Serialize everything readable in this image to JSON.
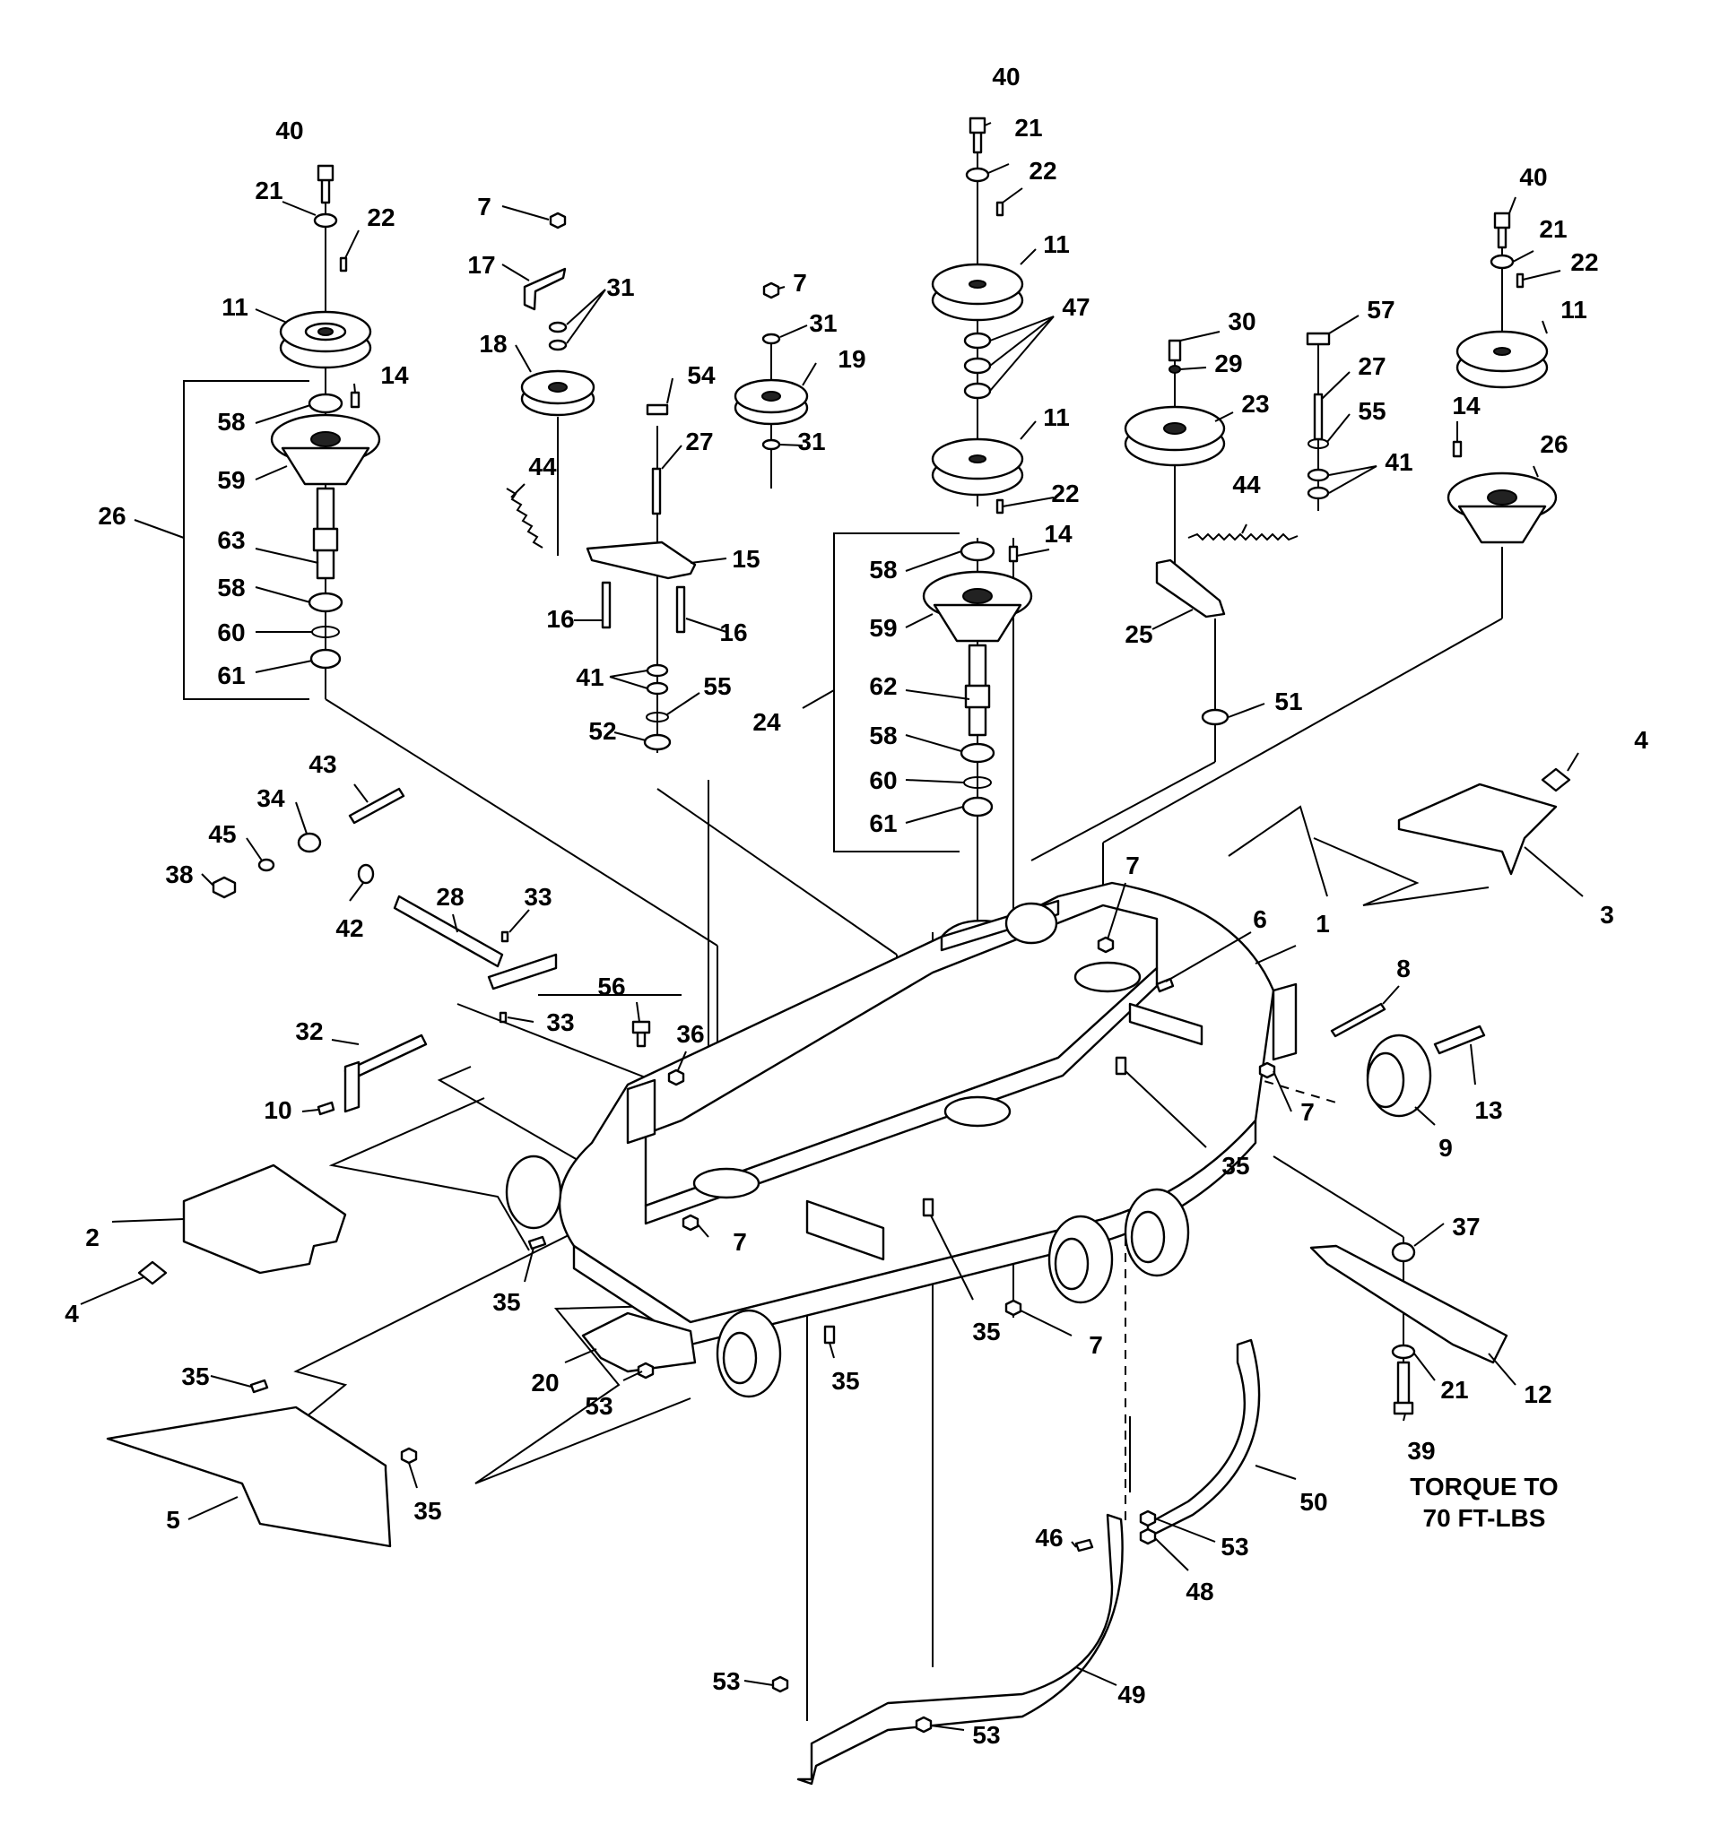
{
  "callouts": [
    {
      "id": "c40a",
      "text": "40"
    },
    {
      "id": "c21a",
      "text": "21"
    },
    {
      "id": "c22a",
      "text": "22"
    },
    {
      "id": "c11a",
      "text": "11"
    },
    {
      "id": "c14a",
      "text": "14"
    },
    {
      "id": "c58a",
      "text": "58"
    },
    {
      "id": "c59a",
      "text": "59"
    },
    {
      "id": "c26a",
      "text": "26"
    },
    {
      "id": "c63",
      "text": "63"
    },
    {
      "id": "c58b",
      "text": "58"
    },
    {
      "id": "c60a",
      "text": "60"
    },
    {
      "id": "c61a",
      "text": "61"
    },
    {
      "id": "c7a",
      "text": "7"
    },
    {
      "id": "c17",
      "text": "17"
    },
    {
      "id": "c31a",
      "text": "31"
    },
    {
      "id": "c18",
      "text": "18"
    },
    {
      "id": "c7b",
      "text": "7"
    },
    {
      "id": "c31b",
      "text": "31"
    },
    {
      "id": "c19",
      "text": "19"
    },
    {
      "id": "c31c",
      "text": "31"
    },
    {
      "id": "c54",
      "text": "54"
    },
    {
      "id": "c27a",
      "text": "27"
    },
    {
      "id": "c44a",
      "text": "44"
    },
    {
      "id": "c15",
      "text": "15"
    },
    {
      "id": "c16a",
      "text": "16"
    },
    {
      "id": "c16b",
      "text": "16"
    },
    {
      "id": "c41a",
      "text": "41"
    },
    {
      "id": "c55a",
      "text": "55"
    },
    {
      "id": "c52",
      "text": "52"
    },
    {
      "id": "c40b",
      "text": "40"
    },
    {
      "id": "c21b",
      "text": "21"
    },
    {
      "id": "c22b",
      "text": "22"
    },
    {
      "id": "c11b",
      "text": "11"
    },
    {
      "id": "c47",
      "text": "47"
    },
    {
      "id": "c11c",
      "text": "11"
    },
    {
      "id": "c22c",
      "text": "22"
    },
    {
      "id": "c58c",
      "text": "58"
    },
    {
      "id": "c14b",
      "text": "14"
    },
    {
      "id": "c59b",
      "text": "59"
    },
    {
      "id": "c24",
      "text": "24"
    },
    {
      "id": "c62",
      "text": "62"
    },
    {
      "id": "c58d",
      "text": "58"
    },
    {
      "id": "c60b",
      "text": "60"
    },
    {
      "id": "c61b",
      "text": "61"
    },
    {
      "id": "c30",
      "text": "30"
    },
    {
      "id": "c29",
      "text": "29"
    },
    {
      "id": "c23",
      "text": "23"
    },
    {
      "id": "c57",
      "text": "57"
    },
    {
      "id": "c27b",
      "text": "27"
    },
    {
      "id": "c55b",
      "text": "55"
    },
    {
      "id": "c41b",
      "text": "41"
    },
    {
      "id": "c44b",
      "text": "44"
    },
    {
      "id": "c25",
      "text": "25"
    },
    {
      "id": "c51",
      "text": "51"
    },
    {
      "id": "c40c",
      "text": "40"
    },
    {
      "id": "c21c",
      "text": "21"
    },
    {
      "id": "c22d",
      "text": "22"
    },
    {
      "id": "c11d",
      "text": "11"
    },
    {
      "id": "c14c",
      "text": "14"
    },
    {
      "id": "c26b",
      "text": "26"
    },
    {
      "id": "c4a",
      "text": "4"
    },
    {
      "id": "c3",
      "text": "3"
    },
    {
      "id": "c43",
      "text": "43"
    },
    {
      "id": "c34",
      "text": "34"
    },
    {
      "id": "c45",
      "text": "45"
    },
    {
      "id": "c38",
      "text": "38"
    },
    {
      "id": "c42",
      "text": "42"
    },
    {
      "id": "c28",
      "text": "28"
    },
    {
      "id": "c33a",
      "text": "33"
    },
    {
      "id": "c33b",
      "text": "33"
    },
    {
      "id": "c7c",
      "text": "7"
    },
    {
      "id": "c6",
      "text": "6"
    },
    {
      "id": "c1",
      "text": "1"
    },
    {
      "id": "c8",
      "text": "8"
    },
    {
      "id": "c56",
      "text": "56"
    },
    {
      "id": "c36",
      "text": "36"
    },
    {
      "id": "c32",
      "text": "32"
    },
    {
      "id": "c10",
      "text": "10"
    },
    {
      "id": "c7d",
      "text": "7"
    },
    {
      "id": "c13",
      "text": "13"
    },
    {
      "id": "c9",
      "text": "9"
    },
    {
      "id": "c35a",
      "text": "35"
    },
    {
      "id": "c2",
      "text": "2"
    },
    {
      "id": "c4b",
      "text": "4"
    },
    {
      "id": "c7e",
      "text": "7"
    },
    {
      "id": "c35b",
      "text": "35"
    },
    {
      "id": "c35c",
      "text": "35"
    },
    {
      "id": "c7f",
      "text": "7"
    },
    {
      "id": "c37",
      "text": "37"
    },
    {
      "id": "c12",
      "text": "12"
    },
    {
      "id": "c21d",
      "text": "21"
    },
    {
      "id": "c39",
      "text": "39"
    },
    {
      "id": "c20",
      "text": "20"
    },
    {
      "id": "c53a",
      "text": "53"
    },
    {
      "id": "c35d",
      "text": "35"
    },
    {
      "id": "c35e",
      "text": "35"
    },
    {
      "id": "c35f",
      "text": "35"
    },
    {
      "id": "c5",
      "text": "5"
    },
    {
      "id": "c50",
      "text": "50"
    },
    {
      "id": "c46",
      "text": "46"
    },
    {
      "id": "c53b",
      "text": "53"
    },
    {
      "id": "c48",
      "text": "48"
    },
    {
      "id": "c49",
      "text": "49"
    },
    {
      "id": "c53c",
      "text": "53"
    },
    {
      "id": "c53d",
      "text": "53"
    }
  ],
  "torque_note": {
    "line1": "TORQUE TO",
    "line2": "70 FT-LBS"
  }
}
